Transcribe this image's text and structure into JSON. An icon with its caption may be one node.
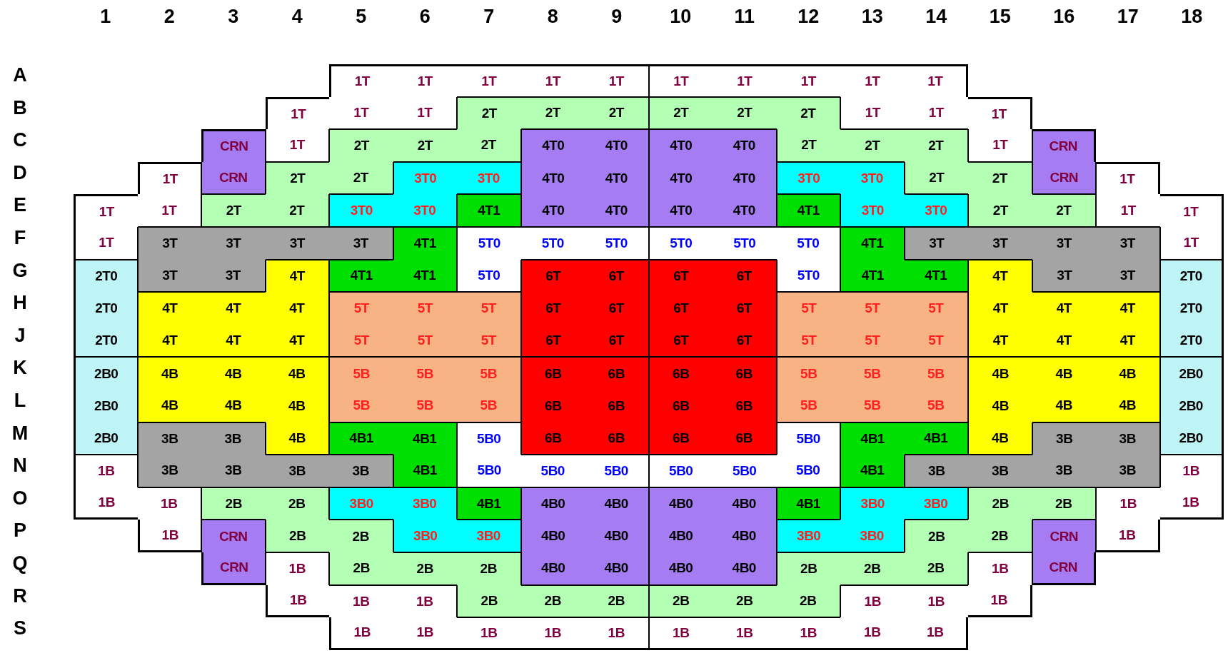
{
  "diagram": {
    "labels": [
      "1",
      "2",
      "3",
      "4",
      "5",
      "6",
      "7",
      "8",
      "9",
      "10",
      "11",
      "12",
      "13",
      "14",
      "15",
      "16",
      "17",
      "18",
      "A",
      "1T",
      "1T",
      "1T",
      "1T",
      "1T",
      "1T",
      "1T",
      "1T",
      "1T",
      "1T",
      "B",
      "1T",
      "1T",
      "1T",
      "2T",
      "2T",
      "2T",
      "2T",
      "2T",
      "2T",
      "1T",
      "1T",
      "1T",
      "C",
      "CRN",
      "1T",
      "2T",
      "2T",
      "2T",
      "4T0",
      "4T0",
      "4T0",
      "4T0",
      "2T",
      "2T",
      "2T",
      "1T",
      "CRN",
      "D",
      "1T",
      "CRN",
      "2T",
      "2T",
      "3T0",
      "3T0",
      "4T0",
      "4T0",
      "4T0",
      "4T0",
      "3T0",
      "3T0",
      "2T",
      "2T",
      "CRN",
      "1T",
      "E",
      "1T",
      "1T",
      "2T",
      "2T",
      "3T0",
      "3T0",
      "4T1",
      "4T0",
      "4T0",
      "4T0",
      "4T0",
      "4T1",
      "3T0",
      "3T0",
      "2T",
      "2T",
      "1T",
      "1T",
      "F",
      "1T",
      "3T",
      "3T",
      "3T",
      "3T",
      "4T1",
      "5T0",
      "5T0",
      "5T0",
      "5T0",
      "5T0",
      "5T0",
      "4T1",
      "3T",
      "3T",
      "3T",
      "3T",
      "1T",
      "G",
      "2T0",
      "3T",
      "3T",
      "4T",
      "4T1",
      "4T1",
      "5T0",
      "6T",
      "6T",
      "6T",
      "6T",
      "5T0",
      "4T1",
      "4T1",
      "4T",
      "3T",
      "3T",
      "2T0",
      "H",
      "2T0",
      "4T",
      "4T",
      "4T",
      "5T",
      "5T",
      "5T",
      "6T",
      "6T",
      "6T",
      "6T",
      "5T",
      "5T",
      "5T",
      "4T",
      "4T",
      "4T",
      "2T0",
      "J",
      "2T0",
      "4T",
      "4T",
      "4T",
      "5T",
      "5T",
      "5T",
      "6T",
      "6T",
      "6T",
      "6T",
      "5T",
      "5T",
      "5T",
      "4T",
      "4T",
      "4T",
      "2T0",
      "K",
      "2B0",
      "4B",
      "4B",
      "4B",
      "5B",
      "5B",
      "5B",
      "6B",
      "6B",
      "6B",
      "6B",
      "5B",
      "5B",
      "5B",
      "4B",
      "4B",
      "4B",
      "2B0",
      "L",
      "2B0",
      "4B",
      "4B",
      "4B",
      "5B",
      "5B",
      "5B",
      "6B",
      "6B",
      "6B",
      "6B",
      "5B",
      "5B",
      "5B",
      "4B",
      "4B",
      "4B",
      "2B0",
      "M",
      "2B0",
      "3B",
      "3B",
      "4B",
      "4B1",
      "4B1",
      "5B0",
      "6B",
      "6B",
      "6B",
      "6B",
      "5B0",
      "4B1",
      "4B1",
      "4B",
      "3B",
      "3B",
      "2B0",
      "N",
      "1B",
      "3B",
      "3B",
      "3B",
      "3B",
      "4B1",
      "5B0",
      "5B0",
      "5B0",
      "5B0",
      "5B0",
      "5B0",
      "4B1",
      "3B",
      "3B",
      "3B",
      "3B",
      "1B",
      "O",
      "1B",
      "1B",
      "2B",
      "2B",
      "3B0",
      "3B0",
      "4B1",
      "4B0",
      "4B0",
      "4B0",
      "4B0",
      "4B1",
      "3B0",
      "3B0",
      "2B",
      "2B",
      "1B",
      "1B",
      "P",
      "1B",
      "CRN",
      "2B",
      "2B",
      "3B0",
      "3B0",
      "4B0",
      "4B0",
      "4B0",
      "4B0",
      "3B0",
      "3B0",
      "2B",
      "2B",
      "CRN",
      "1B",
      "Q",
      "CRN",
      "1B",
      "2B",
      "2B",
      "2B",
      "4B0",
      "4B0",
      "4B0",
      "4B0",
      "2B",
      "2B",
      "2B",
      "1B",
      "CRN",
      "R",
      "1B",
      "1B",
      "1B",
      "2B",
      "2B",
      "2B",
      "2B",
      "2B",
      "2B",
      "1B",
      "1B",
      "1B",
      "S",
      "1B",
      "1B",
      "1B",
      "1B",
      "1B",
      "1B",
      "1B",
      "1B",
      "1B",
      "1B"
    ]
  }
}
